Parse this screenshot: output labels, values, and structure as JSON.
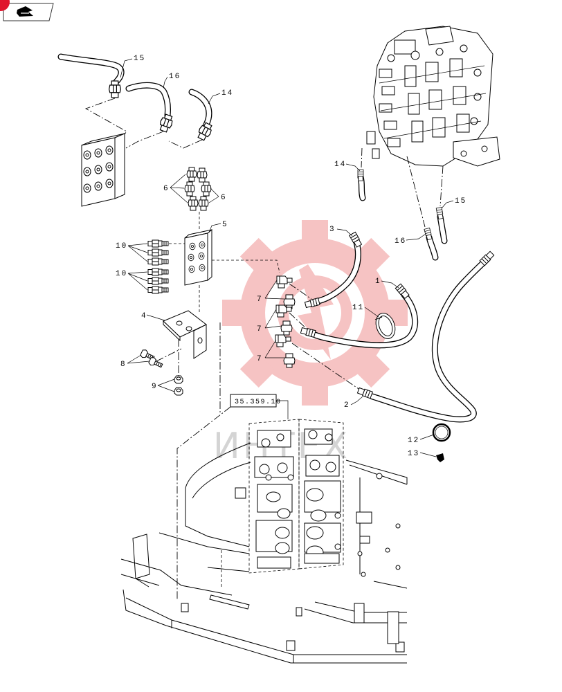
{
  "toolbar": {
    "back_icon": "return-arrow-icon",
    "badge_color": "#e0142c"
  },
  "diagram": {
    "callouts": [
      "15",
      "16",
      "14",
      "6",
      "6",
      "5",
      "10",
      "10",
      "4",
      "7",
      "7",
      "7",
      "3",
      "1",
      "11",
      "2",
      "8",
      "9",
      "12",
      "13",
      "14",
      "15",
      "16"
    ],
    "reference_link": "35.359.10",
    "watermark": "ИНТЕХ"
  },
  "colors": {
    "watermark_logo": "#f6c3c3",
    "watermark_text": "#d4d4d4"
  }
}
